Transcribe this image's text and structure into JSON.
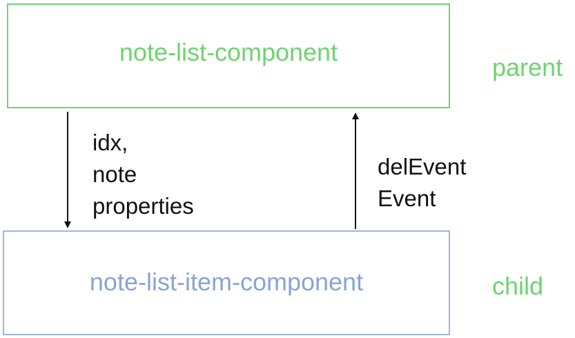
{
  "parent_box": {
    "label": "note-list-component",
    "role": "parent",
    "color": "#6fd36f"
  },
  "child_box": {
    "label": "note-list-item-component",
    "role": "child",
    "color": "#8aa3d4"
  },
  "down_arrow": {
    "lines": [
      "idx,",
      "note",
      "properties"
    ]
  },
  "up_arrow": {
    "lines": [
      "delEvent",
      "Event"
    ]
  }
}
